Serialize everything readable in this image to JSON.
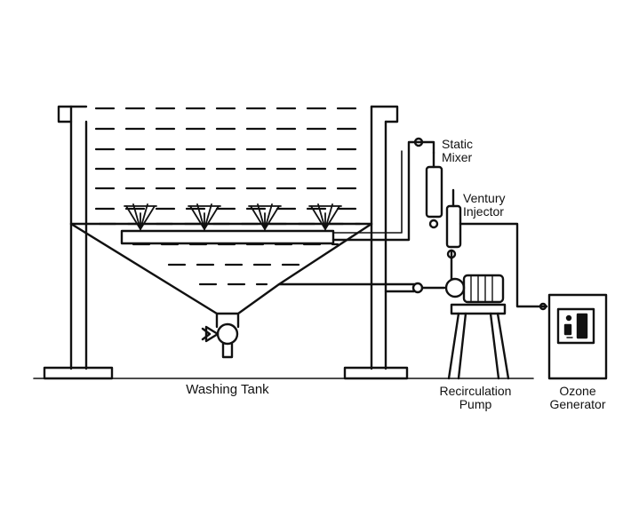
{
  "labels": {
    "washing_tank": "Washing Tank",
    "static_mixer": [
      "Static",
      "Mixer"
    ],
    "venturi_injector": [
      "Ventury",
      "Injector"
    ],
    "recirculation_pump": [
      "Recirculation",
      "Pump"
    ],
    "ozone_generator": [
      "Ozone",
      "Generator"
    ]
  },
  "colors": {
    "line": "#111111",
    "background": "#ffffff"
  }
}
